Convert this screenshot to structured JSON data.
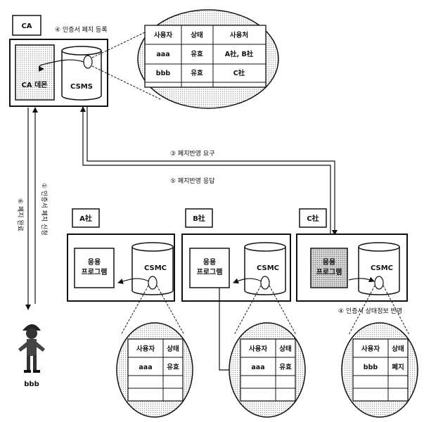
{
  "ca": {
    "label": "CA",
    "daemon": "CA 데몬",
    "db": "CSMS"
  },
  "steps": {
    "register": "④ 인증서 폐지 등록",
    "request": "③ 폐지반영 요구",
    "response": "⑤ 폐지반영 응답",
    "done": "⑥ 폐지 완료",
    "apply": "① 인증서 폐지 신청",
    "reflect": "④ 인증서 상태정보 반영"
  },
  "ca_table": {
    "headers": [
      "사용자",
      "상태",
      "사용처"
    ],
    "rows": [
      [
        "aaa",
        "유효",
        "A社, B社"
      ],
      [
        "bbb",
        "유효",
        "C社"
      ]
    ]
  },
  "companies": [
    {
      "name": "A社",
      "app": [
        "응용",
        "프로그램"
      ],
      "db": "CSMC",
      "table": {
        "headers": [
          "사용자",
          "상태"
        ],
        "rows": [
          [
            "aaa",
            "유효"
          ]
        ]
      }
    },
    {
      "name": "B社",
      "app": [
        "응용",
        "프로그램"
      ],
      "db": "CSMC",
      "table": {
        "headers": [
          "사용자",
          "상태"
        ],
        "rows": [
          [
            "aaa",
            "유효"
          ]
        ]
      }
    },
    {
      "name": "C社",
      "app": [
        "응용",
        "프로그램"
      ],
      "db": "CSMC",
      "table": {
        "headers": [
          "사용자",
          "상태"
        ],
        "rows": [
          [
            "bbb",
            "폐지"
          ]
        ]
      }
    }
  ],
  "user": {
    "name": "bbb"
  }
}
